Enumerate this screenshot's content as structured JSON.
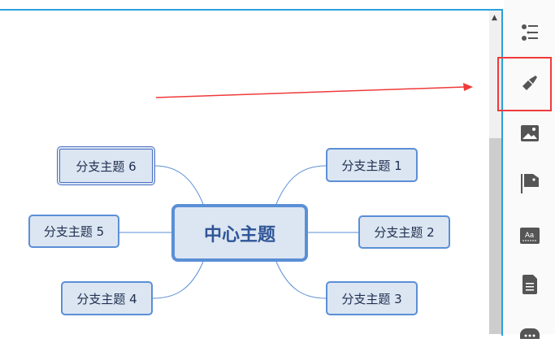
{
  "mindmap": {
    "central": "中心主题",
    "branches": [
      "分支主题 1",
      "分支主题 2",
      "分支主题 3",
      "分支主题 4",
      "分支主题 5",
      "分支主题 6"
    ],
    "selected": "分支主题 6"
  },
  "sidebar": {
    "icons": [
      "outline-icon",
      "style-brush-icon",
      "image-icon",
      "marker-flag-icon",
      "text-format-icon",
      "notes-icon",
      "comment-icon"
    ],
    "highlighted": "style-brush-icon"
  },
  "colors": {
    "accent": "#2aa0dc",
    "node_border": "#5b8fd6",
    "node_fill": "#dce6f2",
    "annotation": "#f03a3a"
  }
}
